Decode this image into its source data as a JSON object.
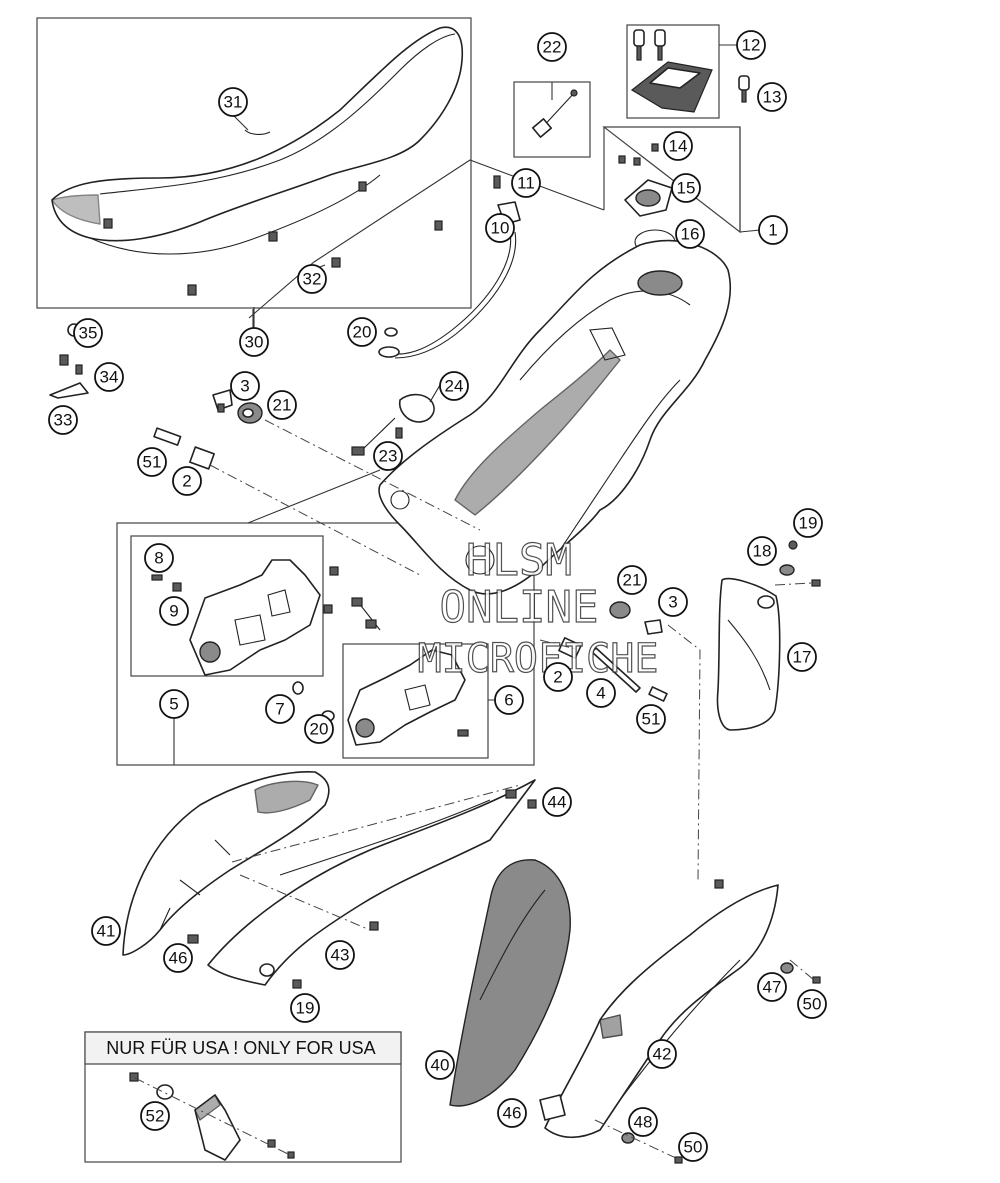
{
  "watermark": {
    "line1": "HLSM",
    "line2": "ONLINE",
    "line3": "MICROFICHE"
  },
  "usa_note": {
    "text": "NUR FÜR USA ! ONLY FOR USA"
  },
  "callouts": [
    {
      "id": "c1",
      "label": "1"
    },
    {
      "id": "c2a",
      "label": "2"
    },
    {
      "id": "c2b",
      "label": "2"
    },
    {
      "id": "c3a",
      "label": "3"
    },
    {
      "id": "c3b",
      "label": "3"
    },
    {
      "id": "c4",
      "label": "4"
    },
    {
      "id": "c5",
      "label": "5"
    },
    {
      "id": "c6",
      "label": "6"
    },
    {
      "id": "c7",
      "label": "7"
    },
    {
      "id": "c8",
      "label": "8"
    },
    {
      "id": "c9",
      "label": "9"
    },
    {
      "id": "c10",
      "label": "10"
    },
    {
      "id": "c11",
      "label": "11"
    },
    {
      "id": "c12",
      "label": "12"
    },
    {
      "id": "c13",
      "label": "13"
    },
    {
      "id": "c14",
      "label": "14"
    },
    {
      "id": "c15",
      "label": "15"
    },
    {
      "id": "c16",
      "label": "16"
    },
    {
      "id": "c17",
      "label": "17"
    },
    {
      "id": "c18",
      "label": "18"
    },
    {
      "id": "c19a",
      "label": "19"
    },
    {
      "id": "c19b",
      "label": "19"
    },
    {
      "id": "c20a",
      "label": "20"
    },
    {
      "id": "c20b",
      "label": "20"
    },
    {
      "id": "c21a",
      "label": "21"
    },
    {
      "id": "c21b",
      "label": "21"
    },
    {
      "id": "c22",
      "label": "22"
    },
    {
      "id": "c23",
      "label": "23"
    },
    {
      "id": "c24",
      "label": "24"
    },
    {
      "id": "c30",
      "label": "30"
    },
    {
      "id": "c31",
      "label": "31"
    },
    {
      "id": "c32",
      "label": "32"
    },
    {
      "id": "c33",
      "label": "33"
    },
    {
      "id": "c34",
      "label": "34"
    },
    {
      "id": "c35",
      "label": "35"
    },
    {
      "id": "c40",
      "label": "40"
    },
    {
      "id": "c41",
      "label": "41"
    },
    {
      "id": "c42",
      "label": "42"
    },
    {
      "id": "c43",
      "label": "43"
    },
    {
      "id": "c44",
      "label": "44"
    },
    {
      "id": "c46a",
      "label": "46"
    },
    {
      "id": "c46b",
      "label": "46"
    },
    {
      "id": "c47",
      "label": "47"
    },
    {
      "id": "c48",
      "label": "48"
    },
    {
      "id": "c50a",
      "label": "50"
    },
    {
      "id": "c50b",
      "label": "50"
    },
    {
      "id": "c51a",
      "label": "51"
    },
    {
      "id": "c51b",
      "label": "51"
    },
    {
      "id": "c52",
      "label": "52"
    }
  ]
}
